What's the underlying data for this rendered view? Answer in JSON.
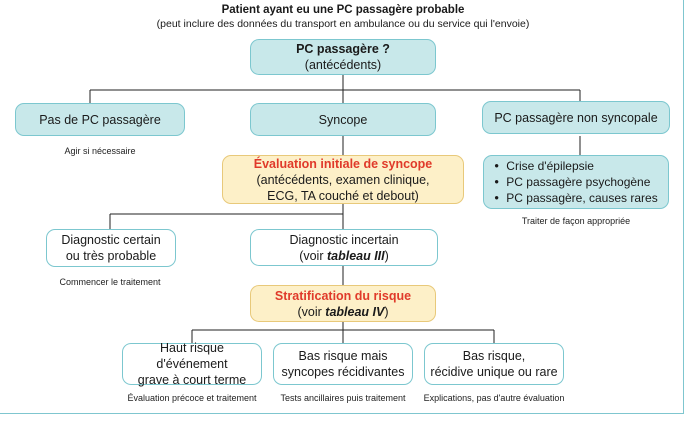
{
  "header": {
    "title": "Patient ayant eu une PC passagère probable",
    "subtitle": "(peut inclure des données du transport en ambulance ou du service qui l'envoie)"
  },
  "nodes": {
    "root": {
      "line1": "PC passagère ?",
      "line2": "(antécédents)"
    },
    "no_tloc": {
      "label": "Pas de PC passagère"
    },
    "syncope": {
      "label": "Syncope"
    },
    "non_syncopal": {
      "label": "PC passagère non syncopale"
    },
    "non_syncopal_list": {
      "items": [
        "Crise d'épilepsie",
        "PC passagère psychogène",
        "PC passagère, causes rares"
      ]
    },
    "initial_eval": {
      "title": "Évaluation initiale de syncope",
      "line1": "(antécédents, examen clinique,",
      "line2": "ECG, TA couché et debout)"
    },
    "certain": {
      "line1": "Diagnostic certain",
      "line2": "ou très probable"
    },
    "uncertain": {
      "line1": "Diagnostic incertain",
      "line2_pre": "(voir ",
      "line2_em": "tableau III",
      "line2_post": ")"
    },
    "risk": {
      "title": "Stratification du risque",
      "line2_pre": "(voir ",
      "line2_em": "tableau IV",
      "line2_post": ")"
    },
    "high_risk": {
      "line1": "Haut risque d'événement",
      "line2": "grave à court terme"
    },
    "low_recurrent": {
      "line1": "Bas risque mais",
      "line2": "syncopes récidivantes"
    },
    "low_single": {
      "line1": "Bas risque,",
      "line2": "récidive unique ou rare"
    }
  },
  "captions": {
    "no_tloc": "Agir si nécessaire",
    "non_syncopal": "Traiter de façon appropriée",
    "certain": "Commencer le traitement",
    "high_risk": "Évaluation précoce et traitement",
    "low_recurrent": "Tests ancillaires puis traitement",
    "low_single": "Explications, pas d'autre évaluation"
  },
  "colors": {
    "teal_fill": "#c8e8ea",
    "teal_border": "#7cc7cf",
    "yellow_fill": "#fdf0c8",
    "yellow_border": "#e8c97a",
    "red_text": "#e03a2a",
    "line": "#222222"
  }
}
